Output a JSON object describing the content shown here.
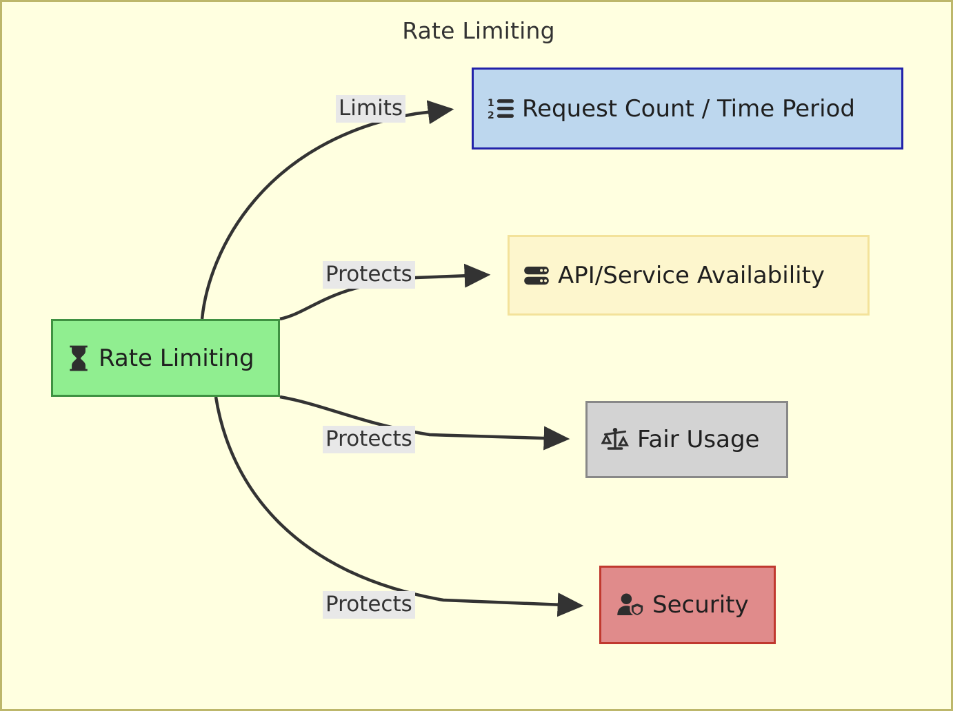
{
  "diagram": {
    "title": "Rate Limiting",
    "type": "flowchart",
    "background_color": "#ffffe0",
    "border_color": "#bdb76b",
    "root": {
      "id": "root",
      "label": "Rate Limiting",
      "icon": "hourglass-icon",
      "fill": "#90ee90",
      "stroke": "#3f9142"
    },
    "nodes": [
      {
        "id": "request-count",
        "label": "Request Count / Time Period",
        "icon": "numbered-list-icon",
        "fill": "#bdd7ee",
        "stroke": "#2222aa"
      },
      {
        "id": "api-availability",
        "label": "API/Service Availability",
        "icon": "server-icon",
        "fill": "#fdf6cd",
        "stroke": "#f3e29a"
      },
      {
        "id": "fair-usage",
        "label": "Fair Usage",
        "icon": "balance-scale-icon",
        "fill": "#d3d3d3",
        "stroke": "#888888"
      },
      {
        "id": "security",
        "label": "Security",
        "icon": "user-shield-icon",
        "fill": "#e08b8b",
        "stroke": "#c0392f"
      }
    ],
    "edges": [
      {
        "id": "edge-limits",
        "from": "root",
        "to": "request-count",
        "label": "Limits"
      },
      {
        "id": "edge-api",
        "from": "root",
        "to": "api-availability",
        "label": "Protects"
      },
      {
        "id": "edge-fair",
        "from": "root",
        "to": "fair-usage",
        "label": "Protects"
      },
      {
        "id": "edge-security",
        "from": "root",
        "to": "security",
        "label": "Protects"
      }
    ],
    "edge_style": {
      "color": "#333333",
      "width": 4,
      "arrowhead": "filled-triangle",
      "label_background": "#e8e8e8"
    }
  }
}
